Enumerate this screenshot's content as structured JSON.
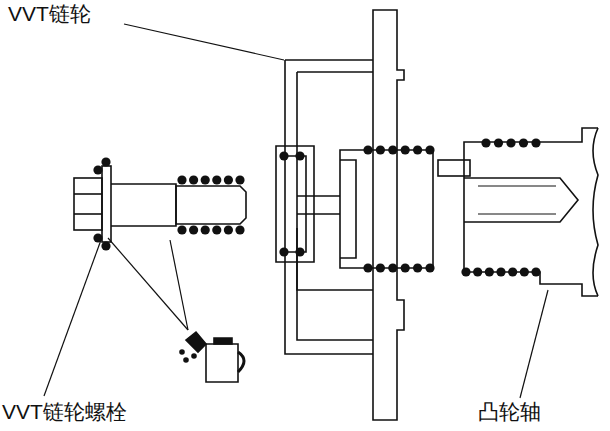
{
  "diagram": {
    "labels": [
      "VVT链轮",
      "VVT链轮螺栓",
      "凸轮轴"
    ]
  }
}
